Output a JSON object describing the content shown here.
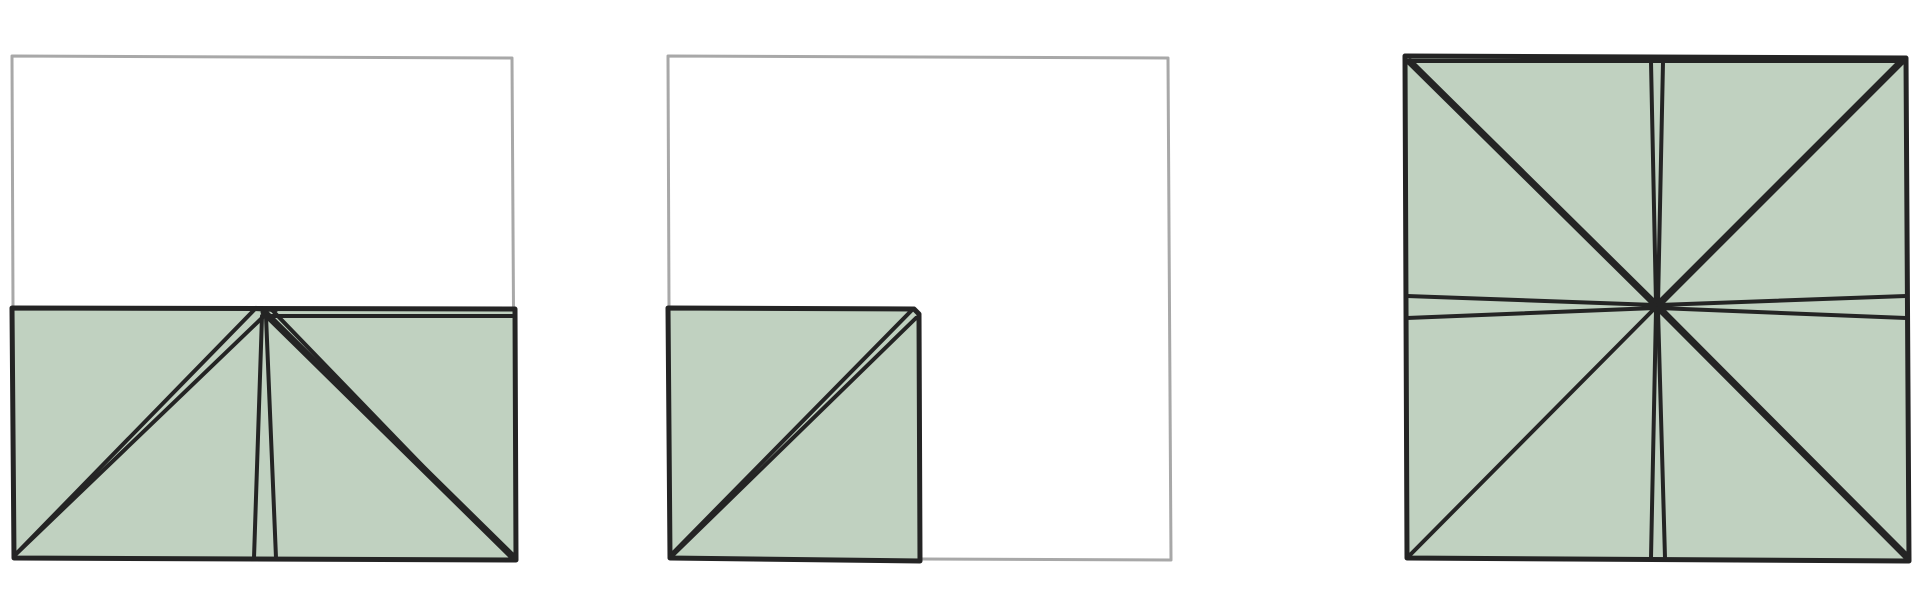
{
  "colors": {
    "fill": "#c0d1c0",
    "stroke": "#242424",
    "outline": "#a8a8a8",
    "background": "#ffffff"
  },
  "panels": [
    {
      "name": "bottom-half-filled",
      "filled_fraction": 0.5
    },
    {
      "name": "bottom-left-quarter-filled",
      "filled_fraction": 0.25
    },
    {
      "name": "fully-filled",
      "filled_fraction": 1.0
    }
  ]
}
